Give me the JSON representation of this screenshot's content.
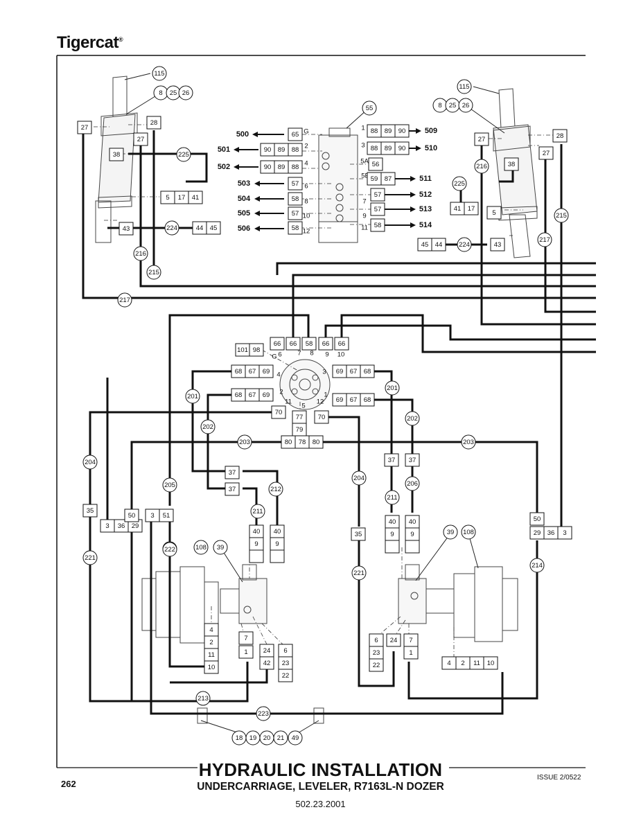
{
  "brand": {
    "logo_text": "Tigercat",
    "registered_mark": "®"
  },
  "footer": {
    "title": "HYDRAULIC INSTALLATION",
    "subtitle": "UNDERCARRIAGE, LEVELER, R7163L-N DOZER",
    "doc_number": "502.23.2001",
    "page_number": "262",
    "issue": "ISSUE 2/0522"
  },
  "ports": {
    "left": [
      "500",
      "501",
      "502",
      "503",
      "504",
      "505",
      "506"
    ],
    "right": [
      "509",
      "510",
      "511",
      "512",
      "513",
      "514"
    ]
  },
  "valve_ports": [
    "G",
    "2",
    "4",
    "6",
    "8",
    "10",
    "12",
    "1",
    "3",
    "5A",
    "5B",
    "7",
    "9",
    "11"
  ],
  "manifold_ports": [
    "G",
    "6",
    "7",
    "8",
    "9",
    "10",
    "4",
    "3",
    "2",
    "1",
    "11",
    "5",
    "12"
  ],
  "callouts": [
    "115",
    "8",
    "25",
    "26",
    "225",
    "224",
    "216",
    "215",
    "217",
    "55",
    "201",
    "202",
    "203",
    "204",
    "205",
    "206",
    "211",
    "212",
    "213",
    "214",
    "221",
    "222",
    "223",
    "108",
    "39",
    "18",
    "19",
    "20",
    "21",
    "49"
  ],
  "part_boxes": [
    "27",
    "28",
    "38",
    "5",
    "17",
    "41",
    "43",
    "44",
    "45",
    "65",
    "90",
    "89",
    "88",
    "56",
    "57",
    "58",
    "59",
    "87",
    "101",
    "98",
    "66",
    "68",
    "67",
    "69",
    "70",
    "77",
    "79",
    "80",
    "78",
    "37",
    "35",
    "3",
    "36",
    "29",
    "50",
    "51",
    "40",
    "9",
    "4",
    "2",
    "11",
    "10",
    "7",
    "1",
    "24",
    "6",
    "23",
    "22",
    "42"
  ]
}
